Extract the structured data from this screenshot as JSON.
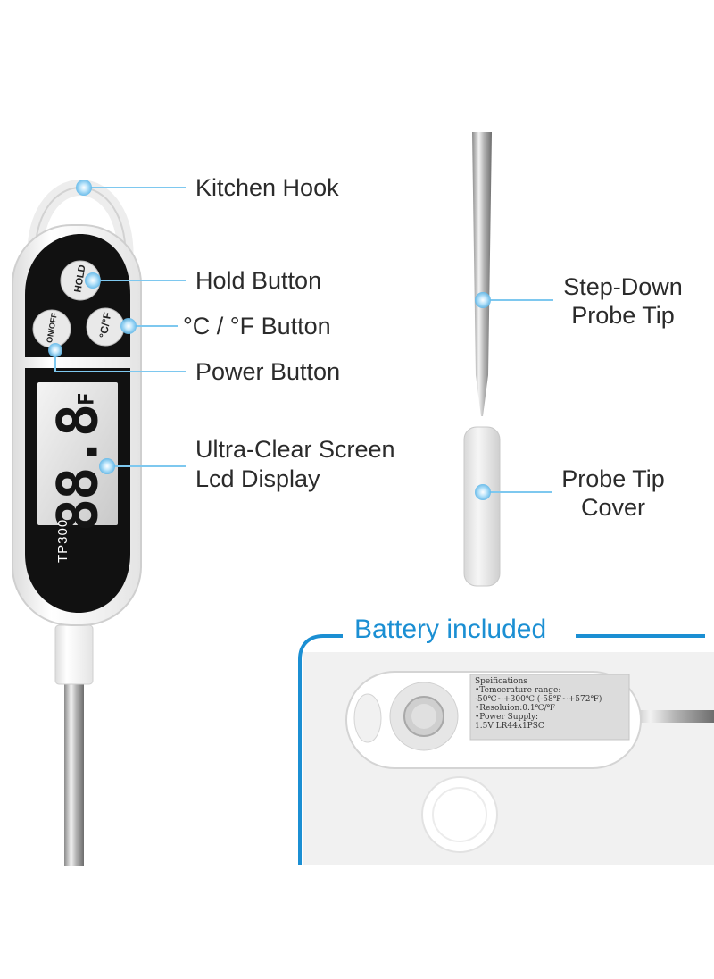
{
  "labels": {
    "kitchen_hook": "Kitchen Hook",
    "hold_button": "Hold Button",
    "unit_button": "°C / °F Button",
    "power_button": "Power Button",
    "screen_line1": "Ultra-Clear Screen",
    "screen_line2": "Lcd Display",
    "probe_tip_line1": "Step-Down",
    "probe_tip_line2": "Probe Tip",
    "cover_line1": "Probe Tip",
    "cover_line2": "Cover"
  },
  "device": {
    "model": "TP300",
    "hold_text": "HOLD",
    "onoff_text": "ON/OFF",
    "unit_text": "°C/°F",
    "display_digits": "88.8",
    "display_unit": "°F"
  },
  "battery": {
    "title": "Battery included",
    "spec_lines": [
      "Speifications",
      "•Temoerature range:",
      " -50℃~+300℃  (-58℉~+572℉)",
      "•Resoluion:0.1℃/℉",
      "•Power Supply:",
      " 1.5V LR44x1PSC"
    ]
  },
  "colors": {
    "accent": "#1b8fd3",
    "pointer": "#7ec8ef",
    "device_body": "#ffffff",
    "device_face": "#111111"
  },
  "icons": [
    "hook-pointer-dot",
    "hold-pointer-dot",
    "unit-pointer-dot",
    "power-pointer-dot",
    "screen-pointer-dot",
    "tip-pointer-dot",
    "cover-pointer-dot"
  ]
}
